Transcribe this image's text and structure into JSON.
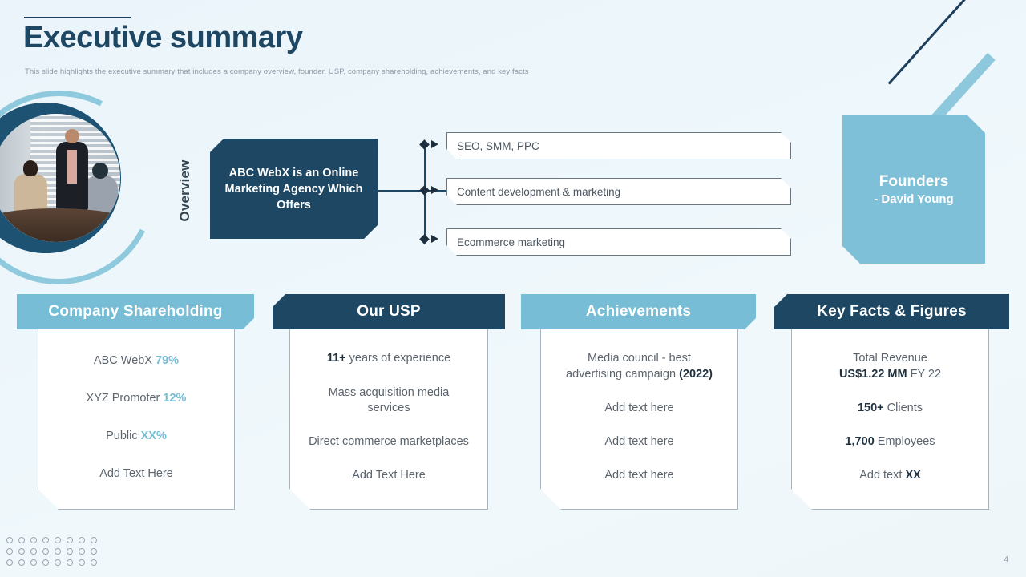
{
  "header": {
    "title": "Executive summary",
    "subtitle": "This slide highlights the executive summary that includes a company overview, founder, USP, company shareholding, achievements, and key facts"
  },
  "overview": {
    "label": "Overview",
    "statement": "ABC WebX is an Online Marketing Agency Which Offers",
    "services": [
      "SEO, SMM, PPC",
      "Content development  & marketing",
      "Ecommerce marketing"
    ]
  },
  "founders": {
    "title": "Founders",
    "name": "- David Young"
  },
  "cards": [
    {
      "id": "shareholding",
      "heading": "Company Shareholding",
      "rows": [
        {
          "text": "ABC WebX ",
          "accent": "79%"
        },
        {
          "text": "XYZ Promoter ",
          "accent": "12%"
        },
        {
          "text": "Public ",
          "accent": "XX%"
        },
        {
          "text": "Add Text Here",
          "accent": ""
        }
      ]
    },
    {
      "id": "usp",
      "heading": "Our USP",
      "rows": [
        {
          "bold": "11+",
          "text": " years of experience"
        },
        {
          "bold": "",
          "text": "Mass acquisition media services"
        },
        {
          "bold": "",
          "text": "Direct commerce marketplaces"
        },
        {
          "bold": "",
          "text": "Add Text Here"
        }
      ]
    },
    {
      "id": "achievements",
      "heading": "Achievements",
      "rows": [
        {
          "text": "Media council - best advertising campaign ",
          "bold_after": "(2022)"
        },
        {
          "text": "Add text here",
          "bold_after": ""
        },
        {
          "text": "Add text here",
          "bold_after": ""
        },
        {
          "text": "Add text here",
          "bold_after": ""
        }
      ]
    },
    {
      "id": "keyfacts",
      "heading": "Key Facts & Figures",
      "rows": [
        {
          "line1": "Total Revenue",
          "bold": "US$1.22 MM",
          "text": " FY 22"
        },
        {
          "line1": "",
          "bold": "150+",
          "text": " Clients"
        },
        {
          "line1": "",
          "bold": "1,700",
          "text": " Employees"
        },
        {
          "line1": "",
          "bold": "",
          "text": "Add text ",
          "bold_after": "XX"
        }
      ]
    }
  ],
  "footer": {
    "page_number": "4"
  },
  "colors": {
    "navy": "#1d4763",
    "light_blue": "#77bdd5",
    "accent": "#76bdd6",
    "background": "#eef6fa"
  }
}
